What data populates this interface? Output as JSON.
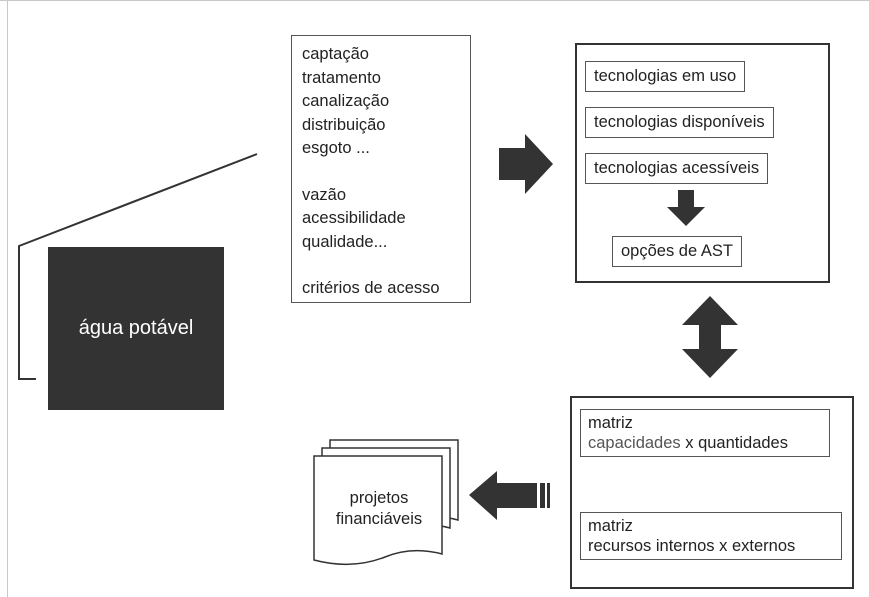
{
  "diagram": {
    "main_box": {
      "label": "água potável"
    },
    "aspects": {
      "group1": [
        "captação",
        "tratamento",
        "canalização",
        "distribuição",
        "esgoto ..."
      ],
      "group2": [
        "vazão",
        "acessibilidade",
        "qualidade..."
      ],
      "group3": [
        "critérios de acesso"
      ]
    },
    "technologies": {
      "items": [
        "tecnologias em uso",
        "tecnologias disponíveis",
        "tecnologias acessíveis"
      ],
      "result": "opções de AST"
    },
    "matrices": [
      {
        "line1": "matriz",
        "line2a": "capacidades",
        "line2b": " x quantidades"
      },
      {
        "line1": "matriz",
        "line2": "recursos internos x externos"
      }
    ],
    "output": {
      "line1": "projetos",
      "line2": "financiáveis"
    },
    "colors": {
      "dark_fill": "#333333",
      "arrow_fill": "#333333",
      "border": "#555555"
    }
  }
}
